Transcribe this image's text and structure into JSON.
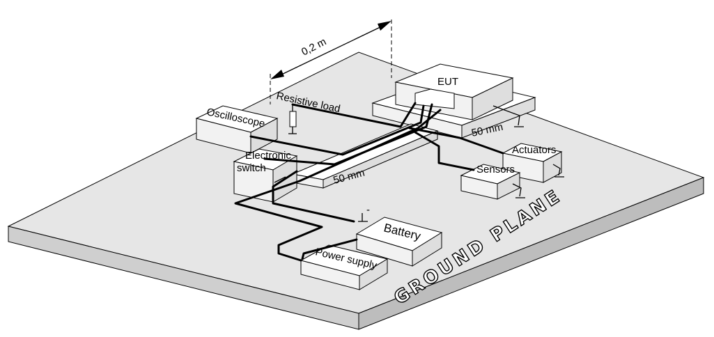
{
  "labels": {
    "distance": "0,2 m",
    "eut": "EUT",
    "resistive_load": "Resistive load",
    "oscilloscope": "Oscilloscope",
    "electronic_switch_line1": "Electronic",
    "electronic_switch_line2": "switch",
    "height_eut": "50 mm",
    "height_harness": "50 mm",
    "actuators": "Actuators",
    "sensors": "Sensors",
    "battery": "Battery",
    "battery_terminal": "-",
    "power_supply": "Power supply",
    "ground_plane": "GROUND PLANE"
  },
  "colors": {
    "line": "#000000",
    "plane_top": "#e6e6e6",
    "plane_front": "#cfcfcf",
    "plane_side": "#bdbdbd",
    "box": "#ffffff"
  }
}
